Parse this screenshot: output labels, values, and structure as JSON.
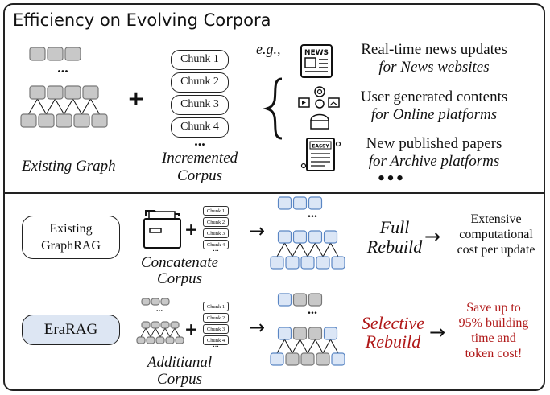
{
  "title": "Efficiency on Evolving Corpora",
  "eg_label": "e.g.,",
  "existing_graph_label": "Existing Graph",
  "incremented_corpus_label_1": "Incremented",
  "incremented_corpus_label_2": "Corpus",
  "chunks": [
    "Chunk 1",
    "Chunk 2",
    "Chunk 3",
    "Chunk 4"
  ],
  "mini_chunks": [
    "Chunk 1",
    "Chunk 2",
    "Chunk 3",
    "Chunk 4"
  ],
  "ellipsis": "...",
  "examples": [
    {
      "line1": "Real-time news updates",
      "line2": "for News websites",
      "icon": "news-icon"
    },
    {
      "line1": "User generated contents",
      "line2": "for Online platforms",
      "icon": "user-content-icon"
    },
    {
      "line1": "New published papers",
      "line2": "for Archive platforms",
      "icon": "paper-icon"
    }
  ],
  "news_icon_text": "NEWS",
  "paper_icon_text": "EASSY",
  "more_dots": "•••",
  "existing_graphrag": {
    "line1": "Existing",
    "line2": "GraphRAG"
  },
  "concatenate_label": {
    "line1": "Concatenate",
    "line2": "Corpus"
  },
  "full_rebuild": {
    "line1": "Full",
    "line2": "Rebuild"
  },
  "full_result": {
    "line1": "Extensive",
    "line2": "computational",
    "line3": "cost per update"
  },
  "erarag_label": "EraRAG",
  "additional_label": {
    "line1": "Additianal",
    "line2": "Corpus"
  },
  "selective_rebuild": {
    "line1": "Selective",
    "line2": "Rebuild"
  },
  "selective_result": {
    "line1": "Save up to",
    "line2": "95% building",
    "line3": "time and",
    "line4": "token cost!"
  },
  "colors": {
    "gray_node": "#c8c8c8",
    "blue_node": "#dbe6f6",
    "blue_border": "#5a86c4",
    "red_text": "#b01818",
    "erarag_fill": "#dde6f3"
  }
}
